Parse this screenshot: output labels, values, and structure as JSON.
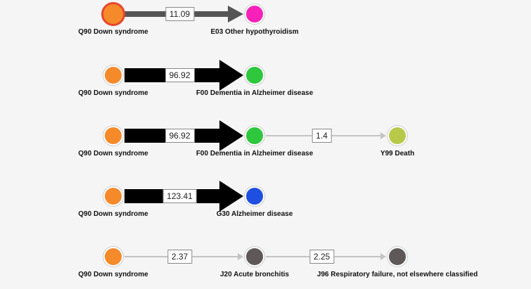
{
  "rows": [
    {
      "nodes": [
        {
          "label": "Q90 Down syndrome",
          "color": "#f58a2b",
          "highlight": true
        },
        {
          "label": "E03 Other hypothyroidism",
          "color": "#f720b9"
        }
      ],
      "edges": [
        {
          "from": 0,
          "to": 1,
          "label": "11.09",
          "weight": "medium",
          "color": "#555555"
        }
      ]
    },
    {
      "nodes": [
        {
          "label": "Q90 Down syndrome",
          "color": "#f58a2b"
        },
        {
          "label": "F00 Dementia in Alzheimer disease",
          "color": "#2fc73e"
        }
      ],
      "edges": [
        {
          "from": 0,
          "to": 1,
          "label": "96.92",
          "weight": "heavy",
          "color": "#000000"
        }
      ]
    },
    {
      "nodes": [
        {
          "label": "Q90 Down syndrome",
          "color": "#f58a2b"
        },
        {
          "label": "F00 Dementia in Alzheimer disease",
          "color": "#2fc73e"
        },
        {
          "label": "Y99 Death",
          "color": "#b8c94a"
        }
      ],
      "edges": [
        {
          "from": 0,
          "to": 1,
          "label": "96.92",
          "weight": "heavy",
          "color": "#000000"
        },
        {
          "from": 1,
          "to": 2,
          "label": "1.4",
          "weight": "light",
          "color": "#c4c4c4"
        }
      ]
    },
    {
      "nodes": [
        {
          "label": "Q90 Down syndrome",
          "color": "#f58a2b"
        },
        {
          "label": "G30 Alzheimer disease",
          "color": "#1f4fe0"
        }
      ],
      "edges": [
        {
          "from": 0,
          "to": 1,
          "label": "123.41",
          "weight": "heavy",
          "color": "#000000"
        }
      ]
    },
    {
      "nodes": [
        {
          "label": "Q90 Down syndrome",
          "color": "#f58a2b"
        },
        {
          "label": "J20 Acute bronchitis",
          "color": "#5e5858"
        },
        {
          "label": "J96 Respiratory failure, not elsewhere classified",
          "color": "#5e5858"
        }
      ],
      "edges": [
        {
          "from": 0,
          "to": 1,
          "label": "2.37",
          "weight": "light",
          "color": "#c4c4c4"
        },
        {
          "from": 1,
          "to": 2,
          "label": "2.25",
          "weight": "light",
          "color": "#c4c4c4"
        }
      ]
    }
  ]
}
